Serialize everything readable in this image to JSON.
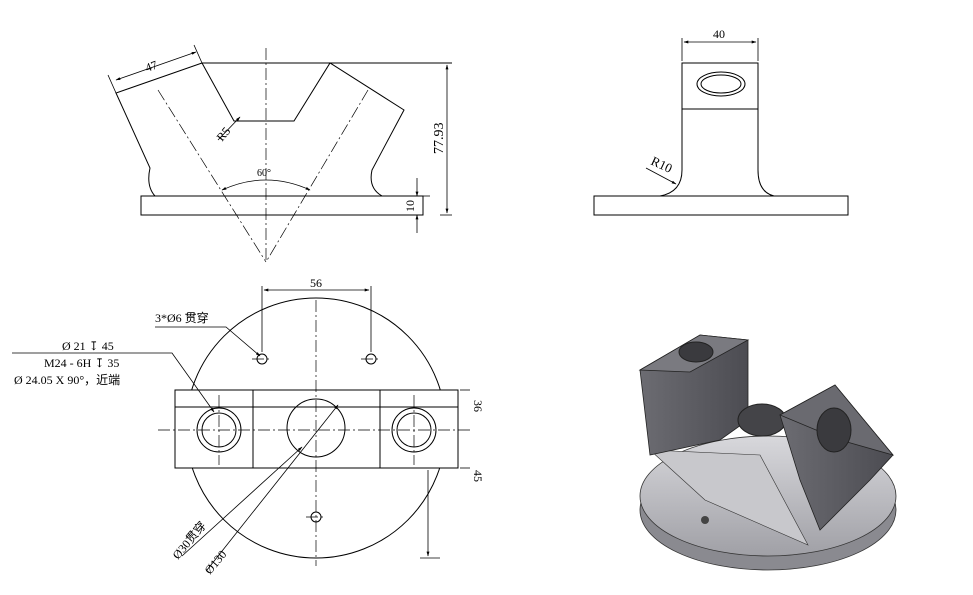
{
  "front_view": {
    "dim_width": "47",
    "dim_radius": "R5",
    "dim_angle": "60°",
    "dim_height": "77.93",
    "dim_base": "10"
  },
  "side_view": {
    "dim_width": "40",
    "dim_radius": "R10"
  },
  "top_view": {
    "dim_spacing": "56",
    "hole_note": "3*Ø6 贯穿",
    "callout_line1": "Ø 21 ↧ 45",
    "callout_line2": "M24 - 6H ↧ 35",
    "callout_line3": "Ø 24.05 X 90°，近端",
    "dim_36": "36",
    "dim_45": "45",
    "dim_bore": "Ø30贯穿",
    "dim_dia": "Ø130"
  },
  "colors": {
    "model_dark": "#5a5a5e",
    "model_mid": "#7a7a80",
    "model_light": "#b8b8bc"
  }
}
